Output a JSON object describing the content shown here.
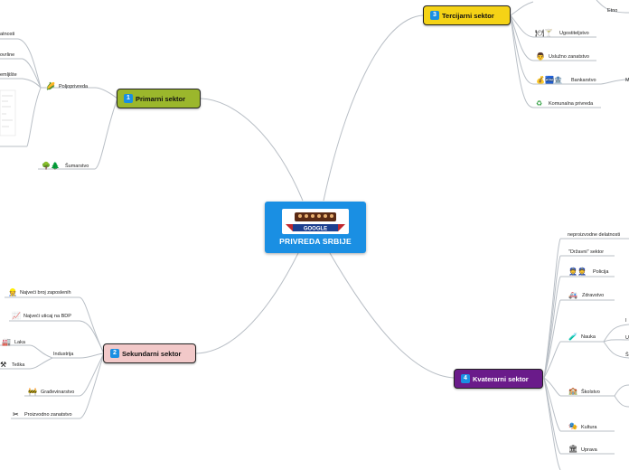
{
  "central": {
    "label": "PRIVREDA SRBIJE",
    "logo_text": "GOOGLE"
  },
  "primarni": {
    "label": "Primarni sektor",
    "number": "1",
    "poljoprivreda": "Poljoprivreda",
    "poljo_sub": [
      "atnosti",
      "ovrline",
      "emljište"
    ],
    "sumarstvo": "Šumarstvo"
  },
  "sekundarni": {
    "label": "Sekundarni sektor",
    "number": "2",
    "najveci_zaposlenih": "Najveći broj zaposlenih",
    "najveci_bdp": "Najveći uticaj na BDP",
    "industrija": "Industrija",
    "laka": "Laka",
    "teska": "Teška",
    "gradjevinarstvo": "Građevinarstvo",
    "proizvodno": "Proizvodno zanatstvo"
  },
  "tercijarni": {
    "label": "Tercijarni sektor",
    "number": "3",
    "etno": "Etno",
    "ugostiteljstvo": "Ugostiteljstvo",
    "usluzno": "Uslužno zanatstvo",
    "bankarstvo": "Bankarstvo",
    "komunalna": "Komunalna privreda",
    "bank_sub": "M"
  },
  "kvaternarni": {
    "label": "Kvaterarni sektor",
    "number": "4",
    "neproizvodne": "neproizvodne delatnosti",
    "drzavni": "\"Državni\" sektor",
    "policija": "Policija",
    "zdravstvo": "Zdravstvo",
    "nauka": "Nauka",
    "nauka_sub": [
      "I",
      "U",
      "Š"
    ],
    "skolstvo": "Školstvo",
    "kultura": "Kultura",
    "uprava": "Uprava"
  },
  "colors": {
    "primarni": "#9bb72c",
    "sekundarni": "#f2c9c9",
    "tercijarni": "#f5d316",
    "kvaternarni": "#6a1b8a",
    "central": "#1a8fe3",
    "link": "#b9bfc6"
  }
}
